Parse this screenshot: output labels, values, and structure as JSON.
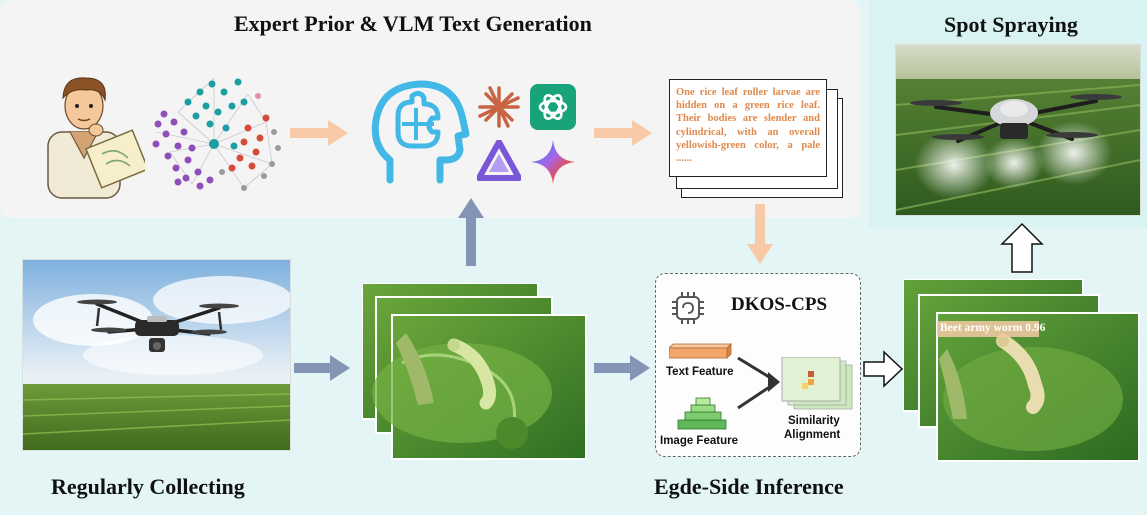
{
  "titles": {
    "expert_prior": "Expert Prior & VLM Text Generation",
    "spot_spraying": "Spot Spraying",
    "regularly_collecting": "Regularly Collecting",
    "edge_inference": "Egde-Side Inference"
  },
  "description_text": "One rice leaf roller larvae are hidden on a green rice leaf. Their bodies are slender and cylindrical, with an overall yellowish-green color, a pale ......",
  "dkos": {
    "name": "DKOS-CPS",
    "text_feature": "Text Feature",
    "image_feature": "Image Feature",
    "similarity_line1": "Similarity",
    "similarity_line2": "Alignment"
  },
  "detection_label": "Beet army worm 0.96",
  "colors": {
    "orange_arrow": "#f8c9a6",
    "blue_arrow": "#8494b4",
    "doc_text": "#e0894c",
    "panel_bg": "#f4f4f4",
    "canvas_bg": "#e3f5f5"
  }
}
